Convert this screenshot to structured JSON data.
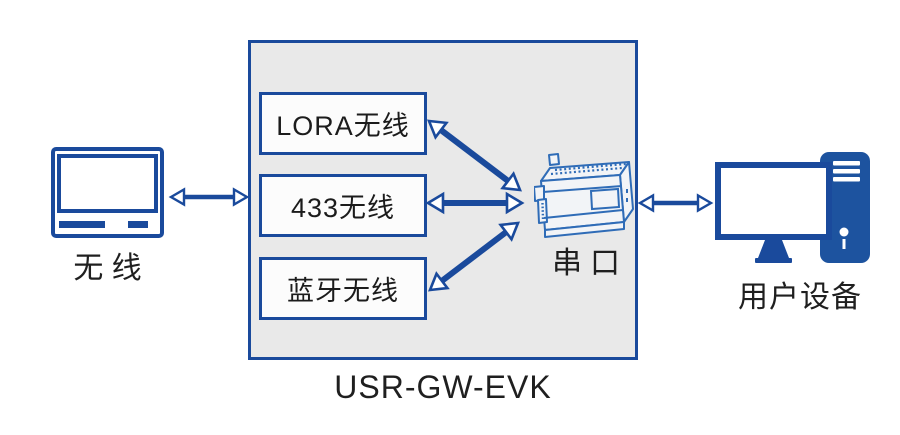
{
  "diagram": {
    "left_device_label": "无 线",
    "modules": [
      {
        "label": "LORA无线"
      },
      {
        "label": "433无线"
      },
      {
        "label": "蓝牙无线"
      }
    ],
    "serial_label": "串口",
    "gateway_label": "USR-GW-EVK",
    "right_device_label": "用户设备",
    "icons": {
      "left": "wireless-monitor-icon",
      "center": "plc-serial-device-icon",
      "right": "desktop-computer-icon"
    },
    "colors": {
      "accent": "#1a4a9c",
      "device_line": "#2f6cb7",
      "panel_bg": "#e9e9e9",
      "text": "#1f1f1f"
    }
  }
}
